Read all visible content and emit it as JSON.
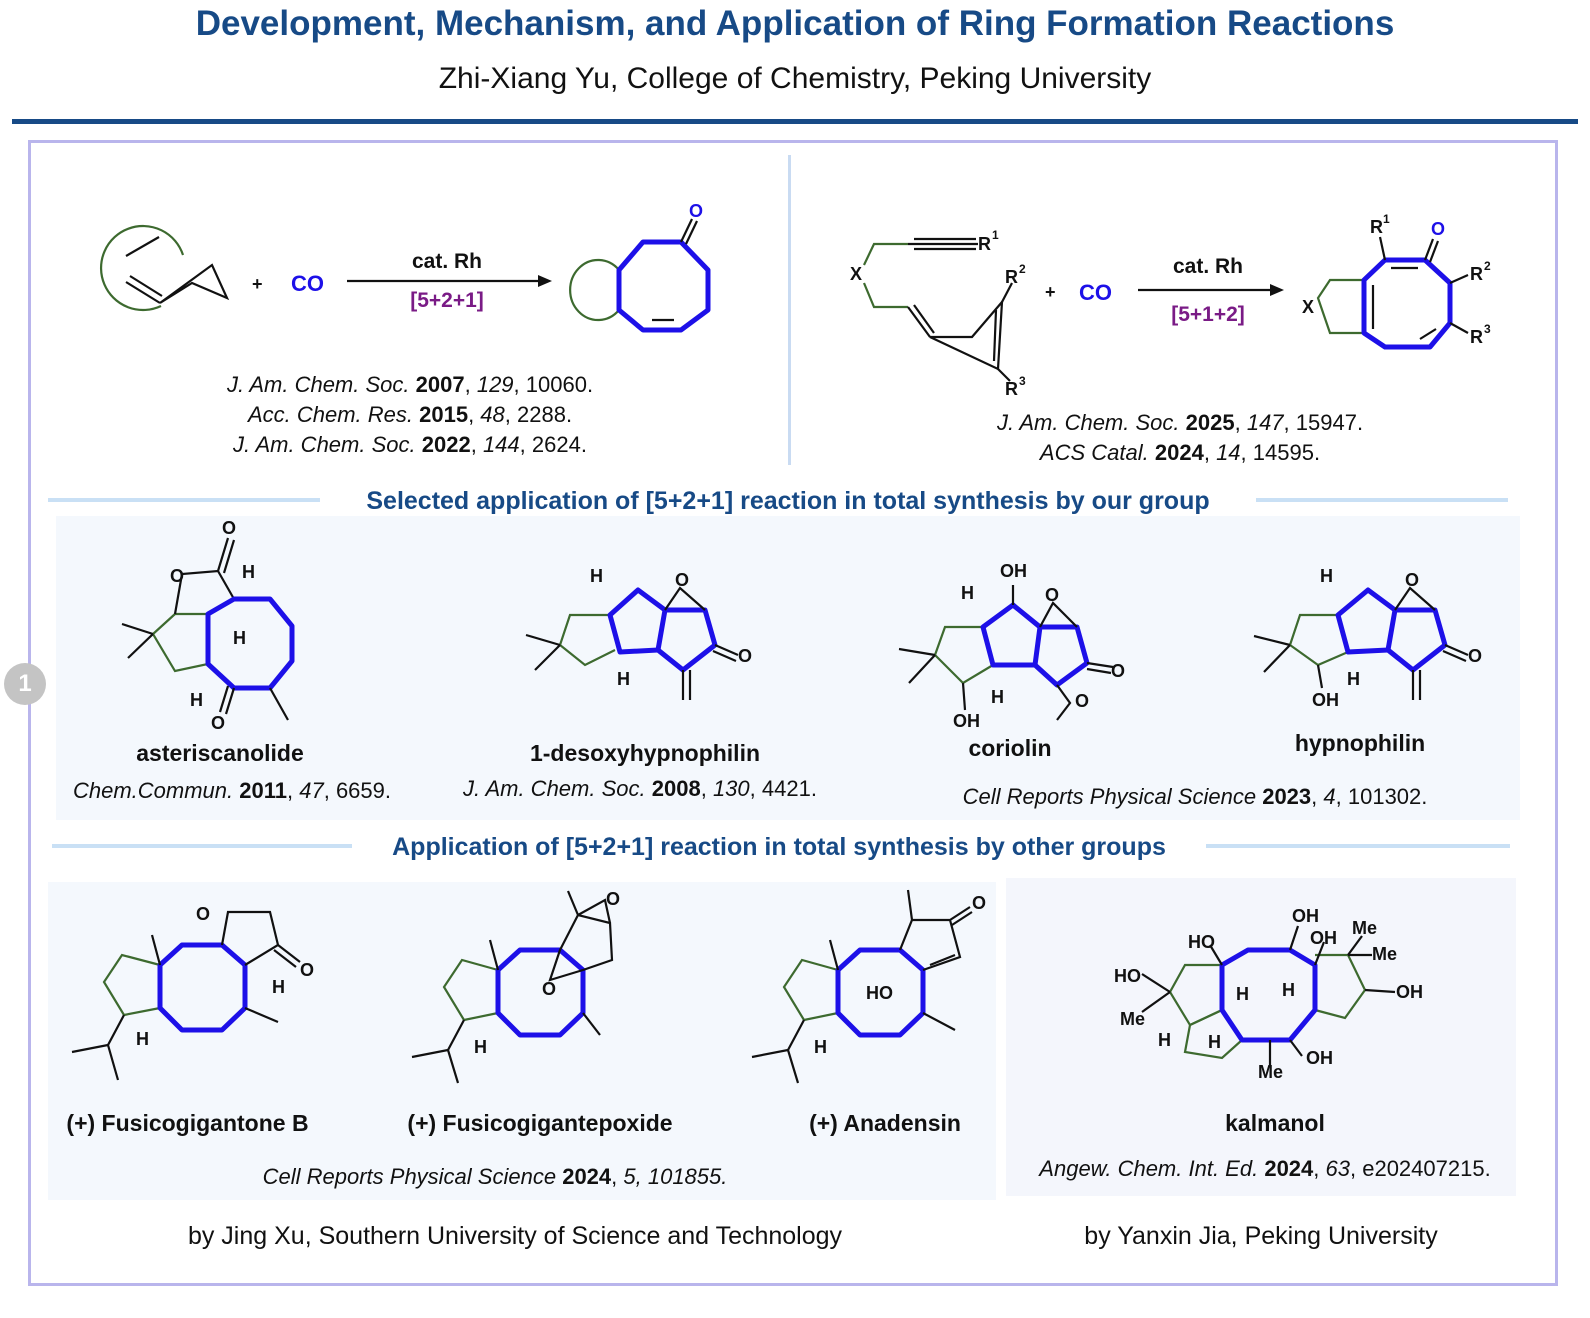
{
  "header": {
    "title": "Development, Mechanism, and Application of Ring Formation Reactions",
    "subtitle": "Zhi-Xiang Yu, College of Chemistry, Peking University"
  },
  "reaction_left": {
    "plus": "+",
    "co": "CO",
    "catalyst": "cat. Rh",
    "type": "[5+2+1]",
    "product_o": "O",
    "refs": [
      {
        "journal": "J. Am. Chem. Soc.",
        "year": "2007",
        "volume": "129",
        "pages": ", 10060."
      },
      {
        "journal": "Acc. Chem. Res.",
        "year": "2015",
        "volume": "48",
        "pages": ", 2288."
      },
      {
        "journal": "J. Am. Chem. Soc.",
        "year": "2022",
        "volume": "144",
        "pages": ", 2624."
      }
    ]
  },
  "reaction_right": {
    "x": "X",
    "r": "R",
    "sup1": "1",
    "sup2": "2",
    "sup3": "3",
    "plus": "+",
    "co": "CO",
    "catalyst": "cat. Rh",
    "type": "[5+1+2]",
    "product_o": "O",
    "refs": [
      {
        "journal": "J. Am. Chem. Soc.",
        "year": "2025",
        "volume": "147",
        "pages": ", 15947."
      },
      {
        "journal": "ACS Catal.",
        "year": "2024",
        "volume": "14",
        "pages": ", 14595."
      }
    ]
  },
  "section_own": {
    "heading": "Selected application of [5+2+1] reaction in total synthesis by our group",
    "compounds": [
      "asteriscanolide",
      "1-desoxyhypnophilin",
      "coriolin",
      "hypnophilin"
    ],
    "refs": [
      {
        "journal": "Chem.Commun.",
        "year": "2011",
        "volume": "47",
        "pages": ", 6659."
      },
      {
        "journal": "J. Am. Chem. Soc.",
        "year": "2008",
        "volume": "130",
        "pages": ", 4421."
      },
      {
        "journal": "Cell Reports Physical Science",
        "year": "2023",
        "volume": "4",
        "pages": ", 101302."
      }
    ]
  },
  "section_other": {
    "heading": "Application of [5+2+1] reaction in total synthesis by other groups",
    "compounds": [
      "(+) Fusicogigantone B",
      "(+) Fusicogigantepoxide",
      "(+) Anadensin",
      "kalmanol"
    ],
    "refs": [
      {
        "journal": "Cell Reports Physical Science",
        "year": "2024",
        "volume": "5, 101855."
      },
      {
        "journal": "Angew. Chem. Int. Ed.",
        "year": "2024",
        "volume": "63",
        "pages": ", e202407215."
      }
    ],
    "credits": [
      "by Jing Xu, Southern University of  Science and Technology",
      "by Yanxin Jia, Peking University"
    ]
  },
  "atoms": {
    "o": "O",
    "h": "H",
    "oh": "OH",
    "ho": "HO",
    "me": "Me"
  },
  "badge": "1",
  "colors": {
    "title": "#174a86",
    "new_bonds": "#1d10e8",
    "substrate_tether": "#3d6a2f",
    "reaction_type": "#7a1b86",
    "frame": "#b9b5ec"
  }
}
